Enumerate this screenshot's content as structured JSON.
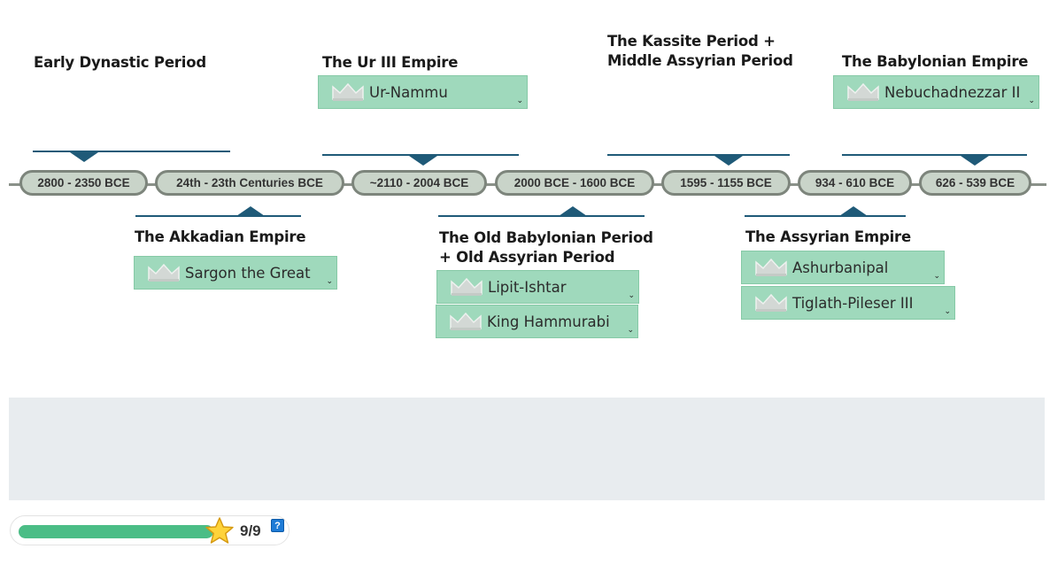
{
  "timeline": {
    "dates": [
      "2800 - 2350 BCE",
      "24th - 23th Centuries BCE",
      "~2110 - 2004 BCE",
      "2000 BCE - 1600 BCE",
      "1595 - 1155 BCE",
      "934 - 610 BCE",
      "626 - 539 BCE"
    ],
    "periods": {
      "early_dynastic": {
        "title": "Early Dynastic Period",
        "cards": []
      },
      "akkadian": {
        "title": "The Akkadian Empire",
        "cards": [
          "Sargon the Great"
        ]
      },
      "ur3": {
        "title": "The Ur III Empire",
        "cards": [
          "Ur-Nammu"
        ]
      },
      "old_babylonian": {
        "title_line1": "The Old Babylonian Period",
        "title_line2": "+ Old Assyrian Period",
        "cards": [
          "Lipit-Ishtar",
          "King Hammurabi"
        ]
      },
      "kassite": {
        "title_line1": "The Kassite Period +",
        "title_line2": "Middle Assyrian Period",
        "cards": []
      },
      "assyrian": {
        "title": "The Assyrian Empire",
        "cards": [
          "Ashurbanipal",
          "Tiglath-Pileser III"
        ]
      },
      "babylonian": {
        "title": "The Babylonian Empire",
        "cards": [
          "Nebuchadnezzar II"
        ]
      }
    }
  },
  "card_icon": "crown-icon",
  "card_chevron": "⌄",
  "dropzone": {
    "items": []
  },
  "progress": {
    "score_text": "9/9",
    "fraction": 1.0,
    "help_label": "?"
  },
  "colors": {
    "card_bg": "#9fd9bc",
    "pill_bg": "#c9d4c9",
    "connector": "#1f5a78",
    "progress_fill": "#4bbd86",
    "dropzone_bg": "#e8ecef"
  }
}
